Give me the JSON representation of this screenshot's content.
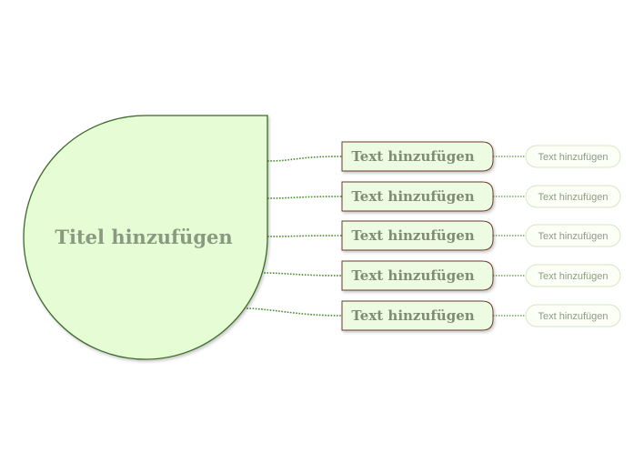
{
  "root": {
    "label": "Titel hinzufügen"
  },
  "topics": [
    {
      "label": "Text hinzufügen",
      "subtopic": "Text hinzufügen"
    },
    {
      "label": "Text hinzufügen",
      "subtopic": "Text hinzufügen"
    },
    {
      "label": "Text hinzufügen",
      "subtopic": "Text hinzufügen"
    },
    {
      "label": "Text hinzufügen",
      "subtopic": "Text hinzufügen"
    },
    {
      "label": "Text hinzufügen",
      "subtopic": "Text hinzufügen"
    }
  ],
  "colors": {
    "root_fill": "#e5fcd5",
    "root_stroke": "#3d6a2c",
    "root_text": "#8a9a80",
    "topic_fill": "#eefbe3",
    "topic_stroke": "#6b3a2c",
    "topic_text": "#7e8e74",
    "sub_fill": "#fcfff5",
    "sub_stroke": "#d6e6c2",
    "sub_text": "#8e9a86",
    "connector": "#4c8a2e"
  }
}
